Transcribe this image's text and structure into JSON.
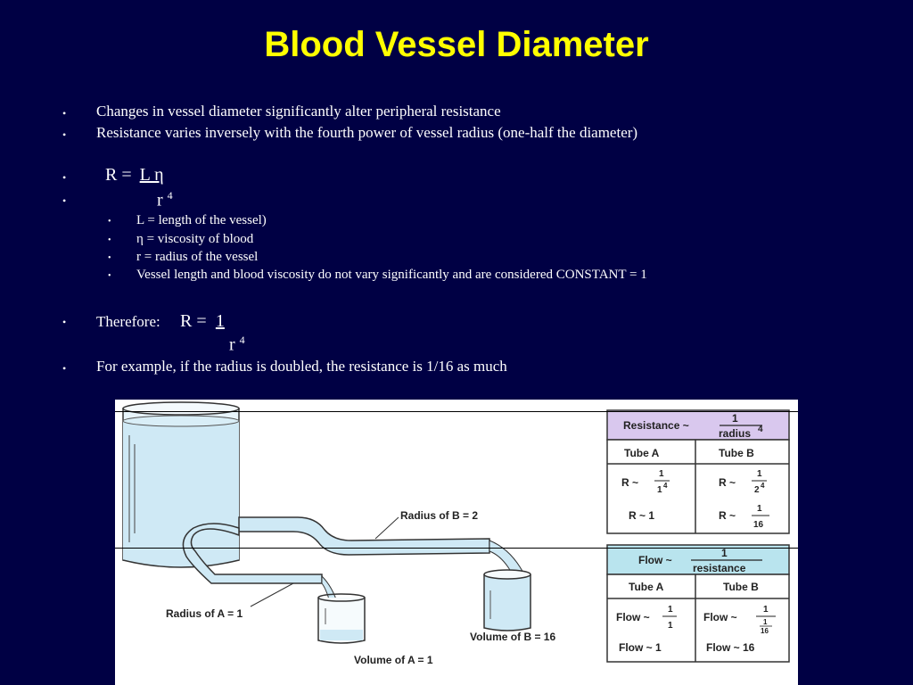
{
  "title": "Blood Vessel Diameter",
  "bullets": [
    "Changes in vessel diameter significantly alter peripheral resistance",
    "Resistance varies inversely with the fourth power of vessel radius (one-half the diameter)"
  ],
  "formula1": {
    "lhs": "R =",
    "num": "L η",
    "den": "r",
    "exp": "4"
  },
  "definitions": [
    "L = length of the vessel)",
    "η = viscosity of blood",
    "r = radius of the vessel",
    "Vessel length and blood viscosity do not vary significantly and are considered CONSTANT = 1"
  ],
  "formula2": {
    "prefix": "Therefore:",
    "lhs": "R =",
    "num": "1",
    "den": "r",
    "exp": "4"
  },
  "example": "For example, if the radius is doubled, the resistance is 1/16 as much",
  "figure": {
    "radius_b": "Radius of B = 2",
    "radius_a": "Radius of A = 1",
    "volume_a": "Volume of A = 1",
    "volume_b": "Volume of B = 16",
    "resistance_table": {
      "header": "Resistance ~",
      "header_num": "1",
      "header_den": "radius",
      "header_exp": "4",
      "col_a": "Tube A",
      "col_b": "Tube B",
      "sym": "R ~",
      "a_num": "1",
      "a_den": "1",
      "a_exp": "4",
      "b_num": "1",
      "b_den": "2",
      "b_exp": "4",
      "a_res": "R ~  1",
      "b_res_num": "1",
      "b_res_den": "16"
    },
    "flow_table": {
      "header": "Flow ~",
      "header_num": "1",
      "header_den": "resistance",
      "col_a": "Tube A",
      "col_b": "Tube B",
      "sym": "Flow ~",
      "a_num": "1",
      "a_den": "1",
      "b_num": "1",
      "b_den_num": "1",
      "b_den_den": "16",
      "a_res": "Flow ~  1",
      "b_res": "Flow ~  16"
    }
  },
  "colors": {
    "background": "#000044",
    "title": "#ffff00",
    "text": "#ffffff",
    "table_head_res": "#d9c8ee",
    "table_head_flow": "#b9e4ee",
    "water": "#cfe9f5"
  }
}
